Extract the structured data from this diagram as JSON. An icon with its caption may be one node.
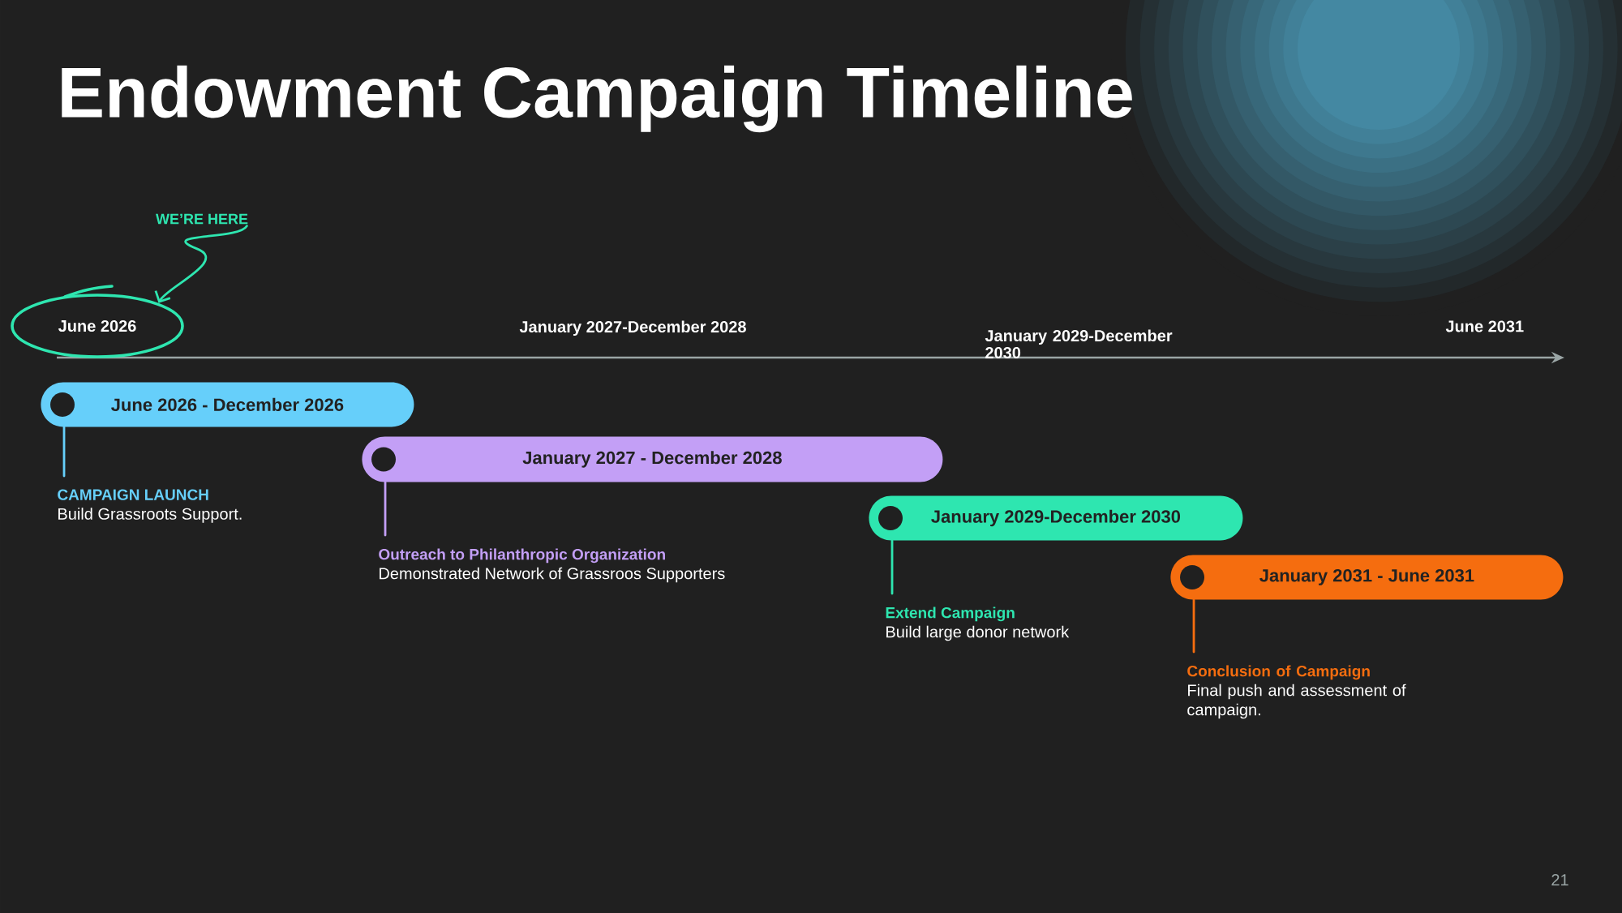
{
  "diagram": {
    "title": "Endowment Campaign Timeline",
    "nodes": [
      {
        "text": [
          "WE’RE HERE"
        ]
      },
      {
        "text": [
          "June 2026"
        ]
      },
      {
        "text": [
          "June 2026 - December 2026"
        ]
      },
      {
        "text": [
          "January 2027 - December 2028"
        ]
      },
      {
        "text": [
          "January 2029-December 2030"
        ]
      },
      {
        "text": [
          "January 2031 - June 2031"
        ]
      },
      {
        "text": [
          "CAMPAIGN LAUNCH",
          "Build Grassroots Support."
        ]
      },
      {
        "text": [
          "Outreach to Philanthropic Organization",
          "Demonstrated Network of Grassroos Supporters"
        ]
      },
      {
        "text": [
          "Extend Campaign",
          "Build large donor network"
        ]
      },
      {
        "text": [
          "Conclusion of Campaign",
          "Final push and assessment of campaign."
        ]
      }
    ],
    "edges": [
      {
        "from": 0,
        "to": 1,
        "arrow": "to",
        "color": "#2ee6b0"
      },
      {
        "from": 2,
        "to": 6,
        "arrow": "none",
        "color": "#66cffa"
      },
      {
        "from": 3,
        "to": 7,
        "arrow": "none",
        "color": "#c39ff6"
      },
      {
        "from": 4,
        "to": 8,
        "arrow": "none",
        "color": "#2ee6b0"
      },
      {
        "from": 5,
        "to": 9,
        "arrow": "none",
        "color": "#f56d0f"
      }
    ],
    "labels": [
      "January 2027-December 2028",
      "January 2029-December 2030",
      "June 2031",
      "21"
    ]
  }
}
